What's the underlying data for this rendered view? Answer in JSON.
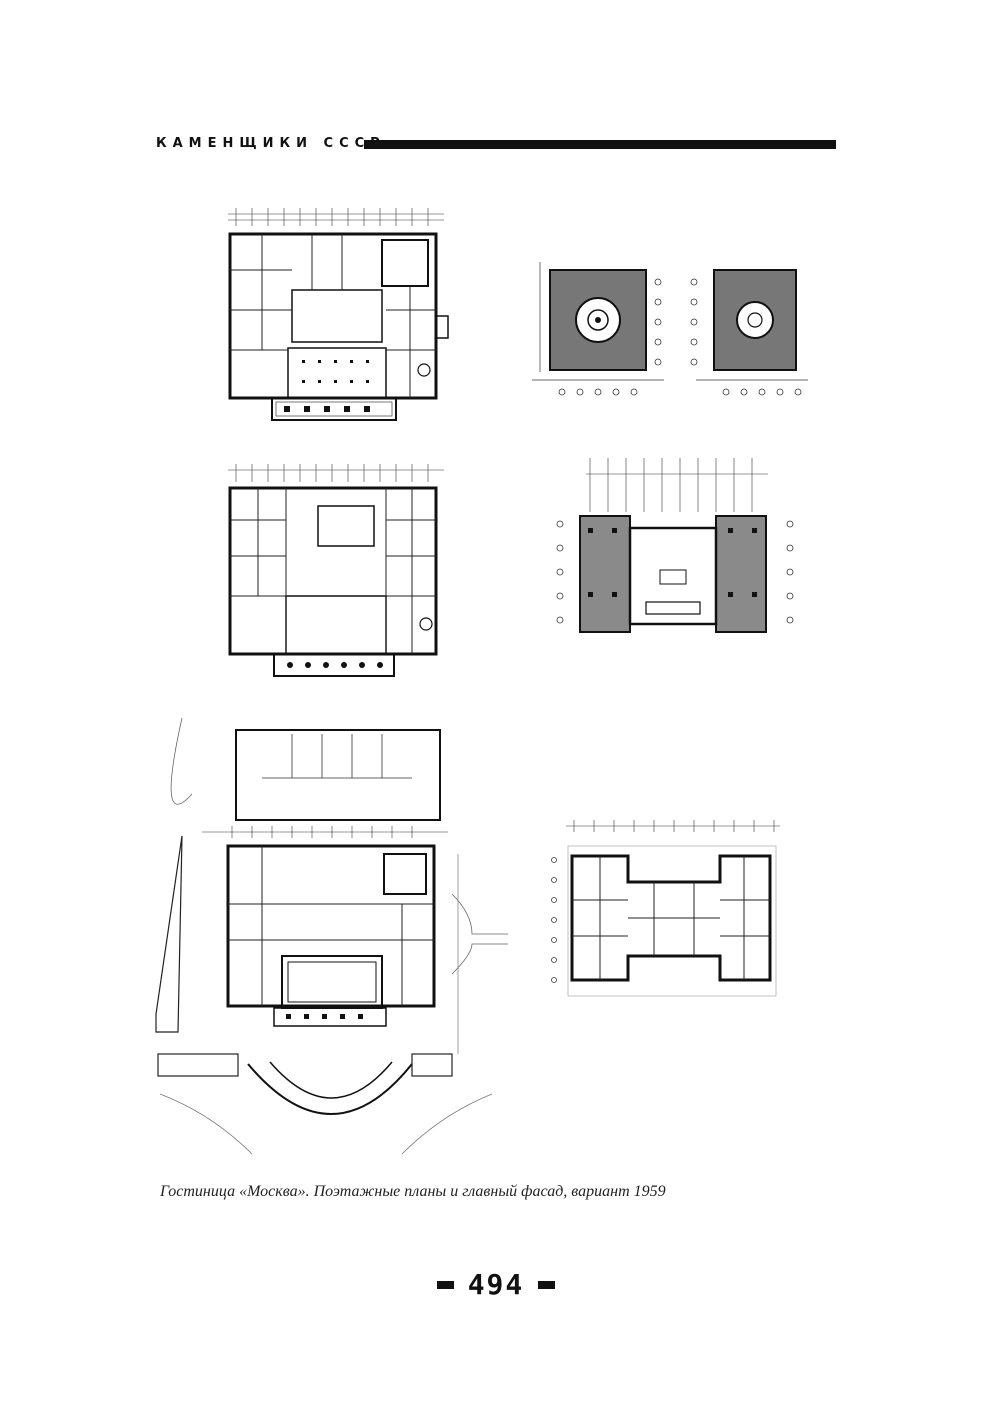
{
  "header": {
    "running_title": "КАМЕНЩИКИ СССР"
  },
  "figures": {
    "plan_ground_floor": {
      "icon": "floor-plan-drawing"
    },
    "plan_tower_upper_a": {
      "icon": "tower-plan-drawing"
    },
    "plan_tower_upper_b": {
      "icon": "tower-plan-drawing"
    },
    "plan_second_floor": {
      "icon": "floor-plan-drawing"
    },
    "plan_tower_base": {
      "icon": "tower-plan-drawing"
    },
    "plan_site": {
      "icon": "site-plan-drawing"
    },
    "plan_typical_floor": {
      "icon": "floor-plan-drawing"
    }
  },
  "caption": "Гостиница «Москва». Поэтажные планы и главный фасад, вариант 1959",
  "page_number": "494"
}
